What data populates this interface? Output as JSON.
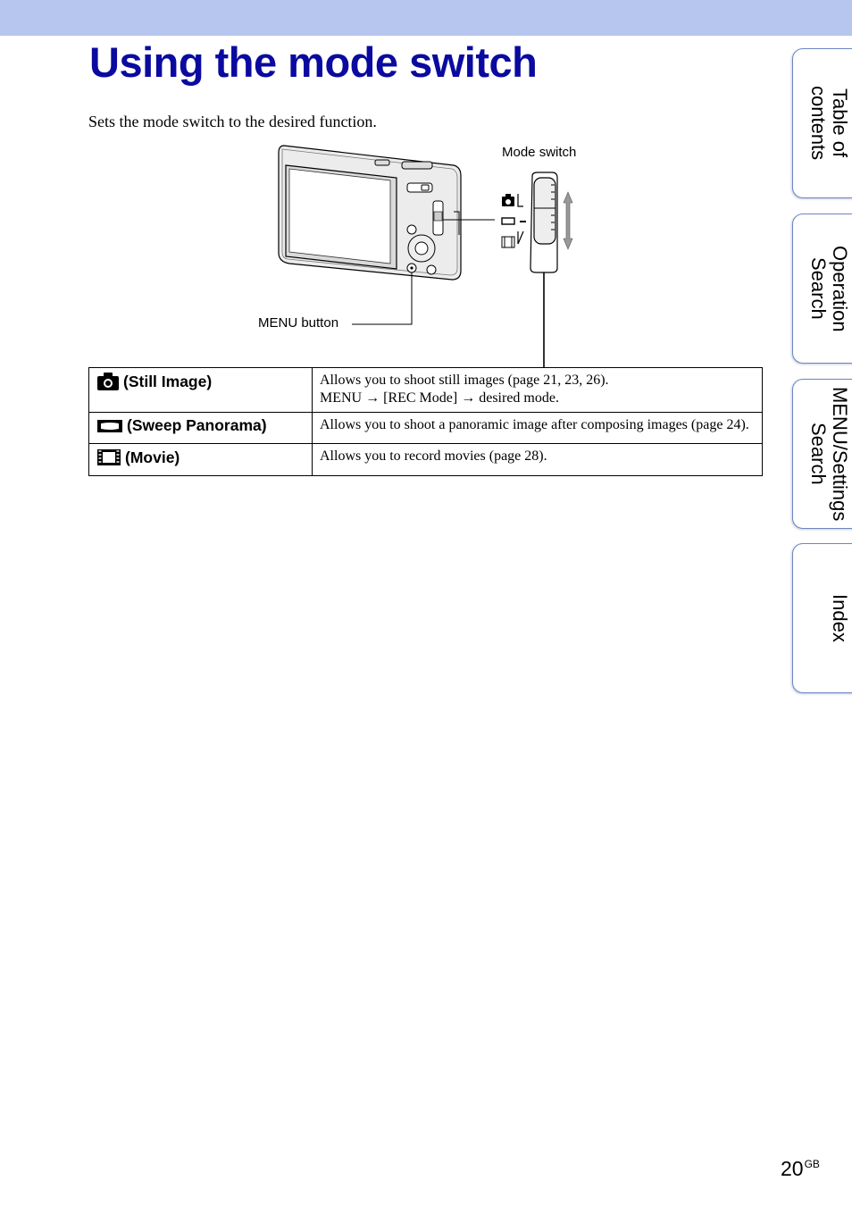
{
  "page": {
    "title": "Using the mode switch",
    "intro": "Sets the mode switch to the desired function."
  },
  "figure": {
    "mode_switch_label": "Mode switch",
    "menu_button_label": "MENU button"
  },
  "modes": [
    {
      "icon": "camera-icon",
      "name": "(Still Image)",
      "description": [
        "Allows you to shoot still images (page 21, 23, 26).",
        "MENU → [REC Mode] → desired mode."
      ]
    },
    {
      "icon": "panorama-icon",
      "name": "(Sweep Panorama)",
      "description": [
        "Allows you to shoot a panoramic image after composing images (page 24)."
      ]
    },
    {
      "icon": "movie-icon",
      "name": "(Movie)",
      "description": [
        "Allows you to record movies (page 28)."
      ]
    }
  ],
  "side_tabs": [
    {
      "label": "Table of contents"
    },
    {
      "label": "Operation Search"
    },
    {
      "label": "MENU/Settings Search"
    },
    {
      "label": "Index"
    }
  ],
  "footer": {
    "page_number": "20",
    "page_suffix": "GB"
  },
  "colors": {
    "title": "#0a0aa0",
    "top_band": "#b7c6ee",
    "tab_border": "#6d86c0"
  }
}
